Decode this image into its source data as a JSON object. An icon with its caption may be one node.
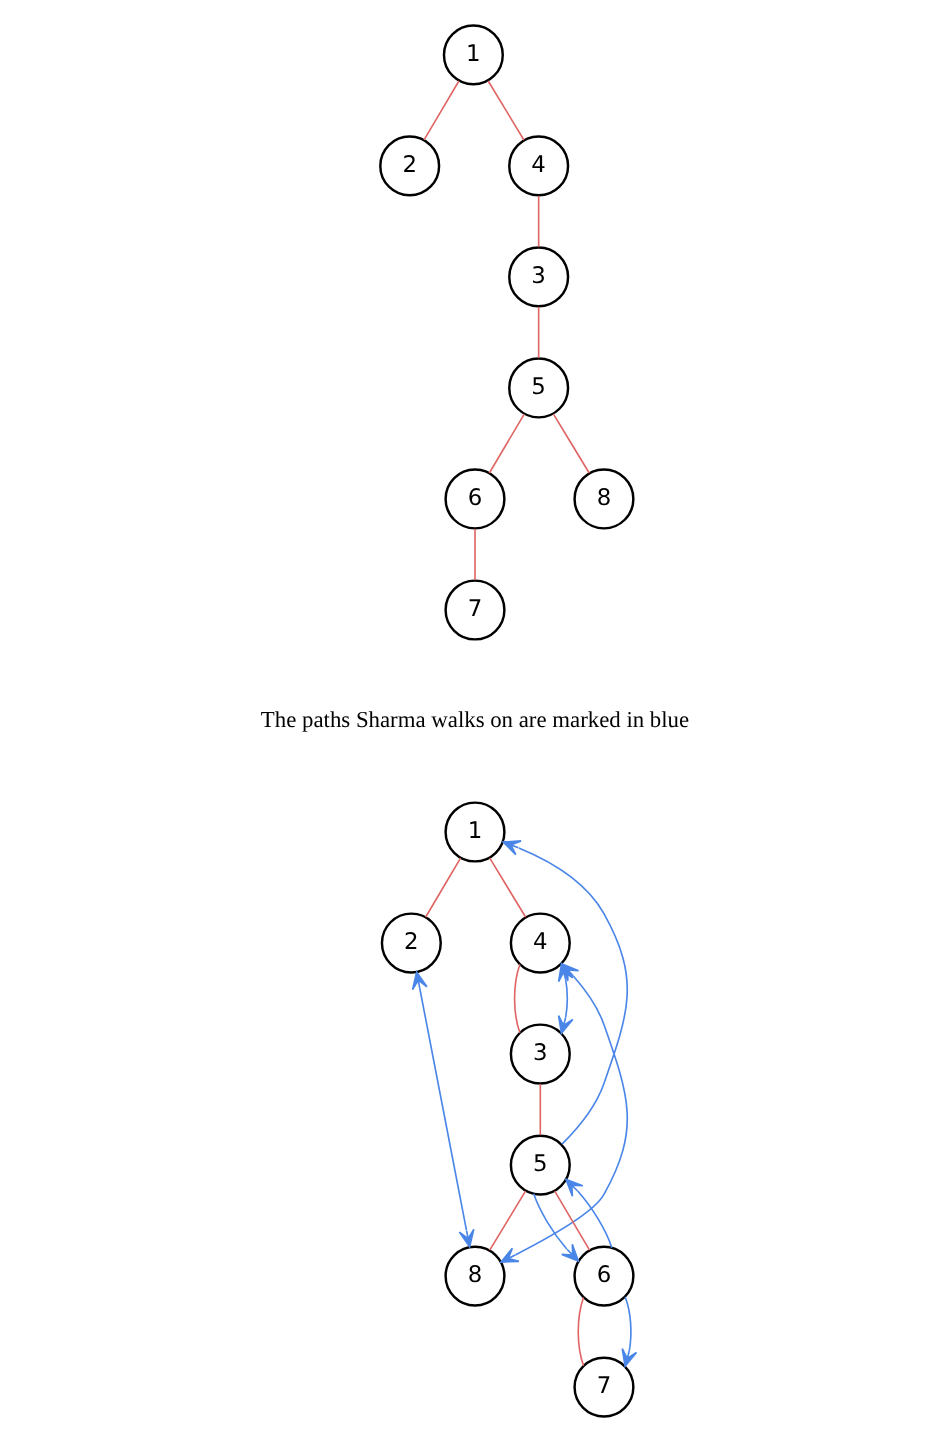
{
  "diagram": {
    "nodes": [
      {
        "text": [
          "1"
        ]
      },
      {
        "text": [
          "2"
        ]
      },
      {
        "text": [
          "4"
        ]
      },
      {
        "text": [
          "3"
        ]
      },
      {
        "text": [
          "6"
        ]
      },
      {
        "text": [
          "8"
        ]
      },
      {
        "text": [
          "5"
        ]
      },
      {
        "text": [
          "7"
        ]
      },
      {
        "text": [
          "1"
        ]
      },
      {
        "text": [
          "2"
        ]
      },
      {
        "text": [
          "4"
        ]
      },
      {
        "text": [
          "3"
        ]
      },
      {
        "text": [
          "6"
        ]
      },
      {
        "text": [
          "8"
        ]
      },
      {
        "text": [
          "5"
        ]
      },
      {
        "text": [
          "7"
        ]
      }
    ],
    "edges": [
      {
        "from": 0,
        "to": 1,
        "arrow": "none"
      },
      {
        "from": 0,
        "to": 2,
        "arrow": "none"
      },
      {
        "from": 2,
        "to": 3,
        "arrow": "none"
      },
      {
        "from": 3,
        "to": 6,
        "arrow": "none"
      },
      {
        "from": 6,
        "to": 4,
        "arrow": "none"
      },
      {
        "from": 6,
        "to": 5,
        "arrow": "none"
      },
      {
        "from": 4,
        "to": 7,
        "arrow": "none"
      },
      {
        "from": 8,
        "to": 9,
        "arrow": "none"
      },
      {
        "from": 8,
        "to": 10,
        "arrow": "none"
      },
      {
        "from": 10,
        "to": 11,
        "arrow": "none"
      },
      {
        "from": 11,
        "to": 14,
        "arrow": "none"
      },
      {
        "from": 14,
        "to": 12,
        "arrow": "none"
      },
      {
        "from": 14,
        "to": 13,
        "arrow": "none"
      },
      {
        "from": 12,
        "to": 15,
        "arrow": "none"
      },
      {
        "from": 10,
        "to": 11,
        "arrow": "both",
        "color": "#4a86e8"
      },
      {
        "from": 10,
        "to": 13,
        "arrow": "both",
        "color": "#4a86e8"
      },
      {
        "from": 13,
        "to": 9,
        "arrow": "both",
        "color": "#4a86e8"
      },
      {
        "from": 14,
        "to": 8,
        "arrow": "to",
        "color": "#4a86e8"
      },
      {
        "from": 14,
        "to": 12,
        "arrow": "to",
        "color": "#4a86e8"
      },
      {
        "from": 12,
        "to": 14,
        "arrow": "to",
        "color": "#4a86e8"
      },
      {
        "from": 12,
        "to": 15,
        "arrow": "to",
        "color": "#4a86e8"
      }
    ],
    "labels": [
      "The paths Sharma walks on are marked in blue"
    ]
  }
}
